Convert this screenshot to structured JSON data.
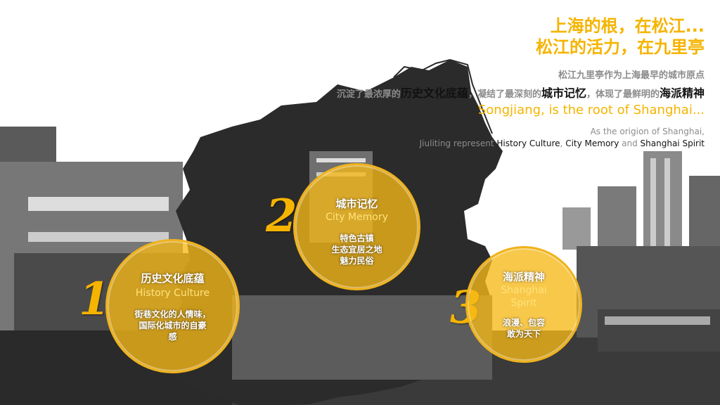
{
  "headline": {
    "line1": "上海的根，在松江...",
    "line2": "松江的活力，在九里亭",
    "line3": "松江九里亭作为上海最早的城市原点",
    "line4": {
      "a": "沉淀了最浓厚的",
      "b": "历史文化底蕴",
      "c": "，凝结了最深刻的",
      "d": "城市记忆",
      "e": "，体现了最鲜明的",
      "f": "海派精神"
    },
    "en1": "Songjiang, is the root of Shanghai...",
    "en2": "As the origion of Shanghai,",
    "en3": {
      "a": "Jiuliting  represent ",
      "b": "History Culture",
      "c": ", ",
      "d": "City Memory",
      "e": " and ",
      "f": "Shanghai Spirit"
    }
  },
  "circles": [
    {
      "number": "1",
      "title": "历史文化底蕴",
      "en": "History Culture",
      "desc1": "街巷文化的人情味，",
      "desc2": "国际化城市的自豪",
      "desc3": "感"
    },
    {
      "number": "2",
      "title": "城市记忆",
      "en": "City Memory",
      "desc1": "特色古镇",
      "desc2": "生态宜居之地",
      "desc3": "魅力民俗"
    },
    {
      "number": "3",
      "title": "海派精神",
      "en1": "Shanghai",
      "en2": "Spirit",
      "desc1": "浪漫、包容",
      "desc2": "敢为天下"
    }
  ],
  "colors": {
    "accent": "#f5b400",
    "gray_text": "#8c8c8c",
    "dark": "#111111",
    "map_fill": "#2b2b2b"
  }
}
